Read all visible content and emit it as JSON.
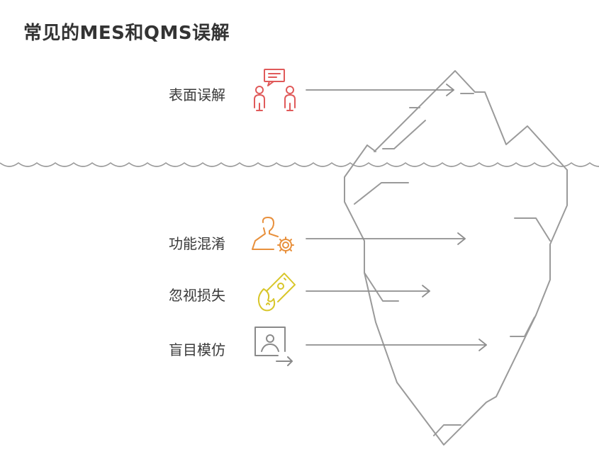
{
  "title": "常见的MES和QMS误解",
  "items": [
    {
      "label": "表面误解",
      "icon": "people-chat-icon",
      "color": "#e05a5a"
    },
    {
      "label": "功能混淆",
      "icon": "person-gear-icon",
      "color": "#e8903c"
    },
    {
      "label": "忽视损失",
      "icon": "burning-money-icon",
      "color": "#d8c62a"
    },
    {
      "label": "盲目模仿",
      "icon": "user-card-exit-icon",
      "color": "#8a8a8a"
    }
  ]
}
